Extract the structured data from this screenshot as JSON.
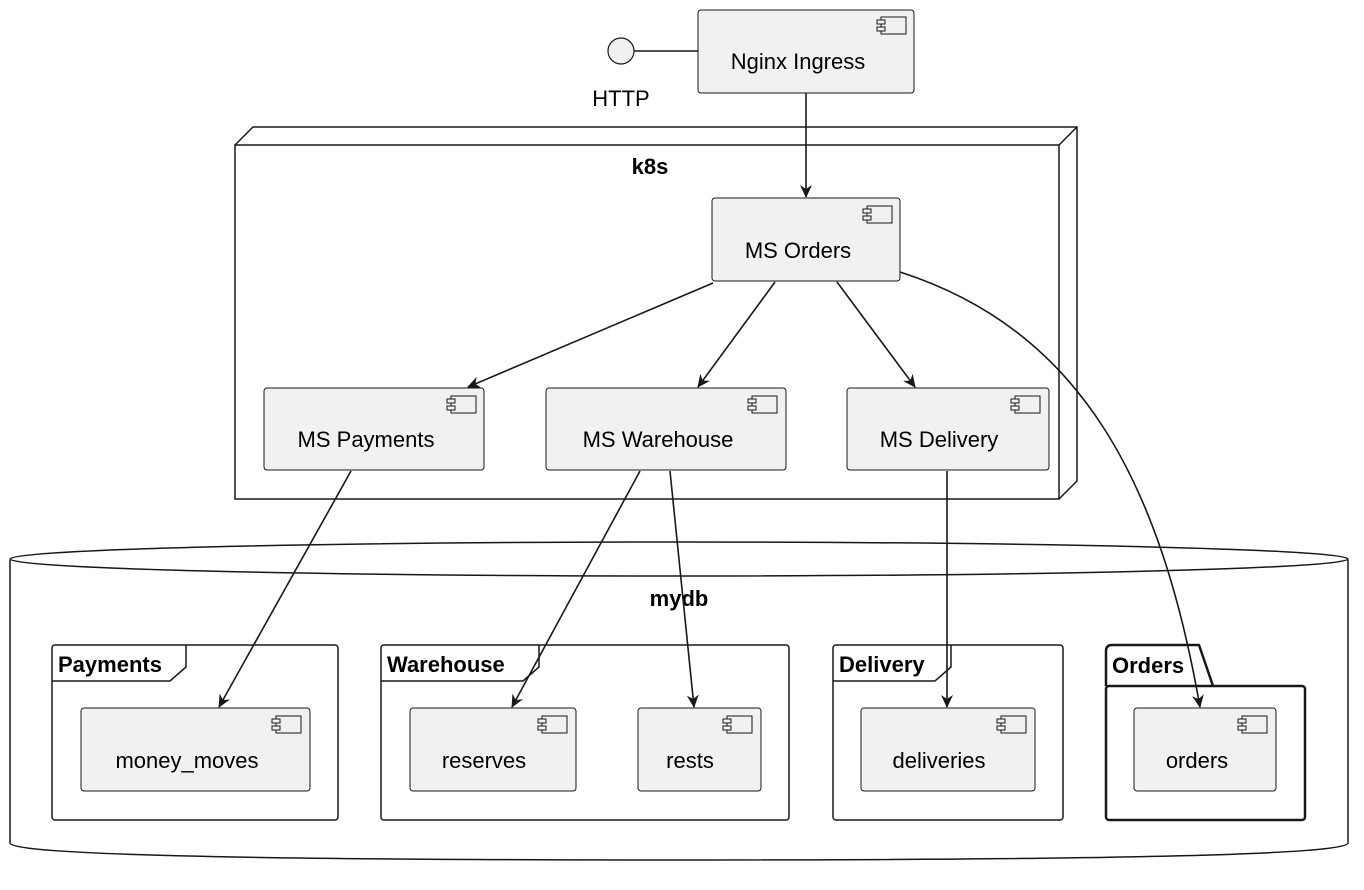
{
  "diagram": {
    "interface": {
      "label": "HTTP"
    },
    "components": {
      "nginx": "Nginx Ingress",
      "orders": "MS Orders",
      "payments": "MS Payments",
      "warehouse": "MS Warehouse",
      "delivery": "MS Delivery",
      "money_moves": "money_moves",
      "reserves": "reserves",
      "rests": "rests",
      "deliveries": "deliveries",
      "orders_table": "orders"
    },
    "node": {
      "label": "k8s"
    },
    "database": {
      "label": "mydb"
    },
    "frames": {
      "payments": "Payments",
      "warehouse": "Warehouse",
      "delivery": "Delivery"
    },
    "package": {
      "label": "Orders"
    },
    "colors": {
      "component_fill": "#f1f1f1",
      "stroke": "#181818",
      "background": "#ffffff"
    }
  }
}
